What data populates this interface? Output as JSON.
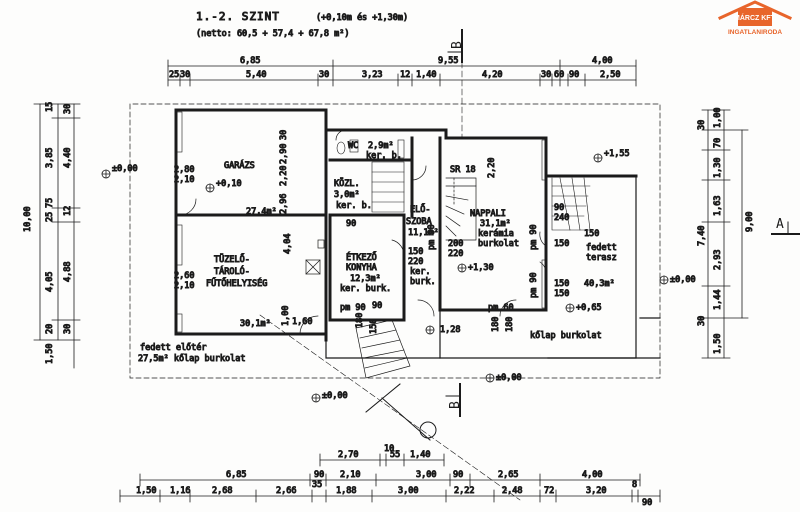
{
  "header": {
    "title": "1.-2. SZINT",
    "elevation_range": "(+0,10m és +1,30m)",
    "area_note": "(netto: 60,5 + 57,4 + 67,8 m²)"
  },
  "logo": {
    "company": "MÁRCZ KFT.",
    "subtitle": "INGATLANIRODA",
    "color": "#e8652b"
  },
  "section_markers": {
    "b_top": "B",
    "b_bottom": "B",
    "a_right": "A"
  },
  "rooms": [
    {
      "id": "garazs",
      "label": "GARÁZS",
      "area": "",
      "floor": ""
    },
    {
      "id": "wc",
      "label": "WC",
      "area": "2,9m²",
      "floor": "ker. b."
    },
    {
      "id": "kozl",
      "label": "KÖZL.",
      "area": "3,0m²",
      "floor": "ker. b."
    },
    {
      "id": "eloszoba",
      "label": "ELŐ-SZOBA",
      "area": "11,1m²",
      "floor": ""
    },
    {
      "id": "nappali",
      "label": "NAPPALI",
      "area": "31,1m²",
      "floor": "kerámia burkolat"
    },
    {
      "id": "etkezo",
      "label": "ÉTKEZŐ KONYHA",
      "area": "12,3m²",
      "floor": "ker. burk."
    },
    {
      "id": "tuzelo",
      "label": "TÜZELŐ-TÁROLÓ-FŰTŐHELYISÉG",
      "area": "",
      "floor": ""
    },
    {
      "id": "terasz",
      "label": "fedett terasz",
      "area": "40,3m²",
      "floor": ""
    },
    {
      "id": "eloter",
      "label": "fedett előtér",
      "area": "27,5m²",
      "floor": "kőlap burkolat"
    }
  ],
  "labels": {
    "garazs_line1": "GARÁZS",
    "wc": "WC",
    "wc_area": "2,9m²",
    "wc_floor": "ker. b.",
    "kozl": "KÖZL.",
    "kozl_area": "3,0m²",
    "kozl_floor": "ker. b.",
    "elo1": "ELŐ-",
    "elo2": "SZOBA",
    "elo_area": "11,1m²",
    "nappali": "NAPPALI",
    "nappali_area": "31,1m²",
    "nappali_f1": "kerámia",
    "nappali_f2": "burkolat",
    "etk1": "ÉTKEZŐ",
    "etk2": "KONYHA",
    "etk_area": "12,3m²",
    "etk_floor": "ker. burk.",
    "ker": "ker.",
    "burk": "burk.",
    "tuz1": "TÜZELŐ-",
    "tuz2": "TÁROLÓ-",
    "tuz3": "FŰTŐHELYISÉG",
    "terasz1": "fedett",
    "terasz2": "terasz",
    "terasz_area": "40,3m²",
    "eloter1": "fedett előtér",
    "eloter2": "27,5m² kőlap burkolat",
    "kolap": "kőlap burkolat",
    "sr18": "SR 18",
    "area_garage_inner": "27,4m²",
    "area_tuz_bottom": "30,1m²",
    "pm90a": "pm 90",
    "pm90b": "pm 90",
    "pm90c": "pm 90",
    "pm90d": "pm 90",
    "pm60": "pm 60"
  },
  "elevations": {
    "e1": "±0,00",
    "e2": "+0,10",
    "e3": "+1,55",
    "e4": "+1,30",
    "e5": "±0,00",
    "e6": "+0,65",
    "e7": "1,28",
    "e8": "±0,00",
    "e9": "±0,00"
  },
  "dims": {
    "top1": [
      "6,85",
      "9,55",
      "4,00"
    ],
    "top2": [
      "25",
      "30",
      "5,40",
      "30",
      "3,23",
      "12",
      "1,40",
      "4,20",
      "30",
      "60",
      "90",
      "2,50"
    ],
    "bot1": [
      "2,70",
      "10",
      "55",
      "1,40"
    ],
    "bot2": [
      "6,85",
      "90",
      "2,10",
      "3,00",
      "90",
      "2,65",
      "4,00"
    ],
    "bot3": [
      "1,50",
      "1,16",
      "2,68",
      "2,66",
      "35",
      "1,88",
      "3,00",
      "2,22",
      "2,48",
      "72",
      "3,20",
      "8",
      "90"
    ],
    "left_outer": "10,00",
    "left_mid": [
      "15",
      "30",
      "3,85",
      "4,40",
      "25",
      "75",
      "12",
      "4,05",
      "4,88",
      "20",
      "30",
      "1,50"
    ],
    "right_outer": "9,00",
    "right_mid": [
      "30",
      "1,00",
      "70",
      "1,30",
      "1,63",
      "7,40",
      "2,93",
      "1,44",
      "30",
      "1,50"
    ],
    "interior": [
      "2,80",
      "2,10",
      "2,60",
      "2,10",
      "30",
      "2,90",
      "2,20",
      "2,96",
      "4,04",
      "1,00",
      "90",
      "2,20",
      "90",
      "150",
      "220",
      "200",
      "220",
      "90",
      "240",
      "150",
      "150",
      "150",
      "150",
      "180",
      "150",
      "180",
      "180",
      "1,60"
    ]
  }
}
